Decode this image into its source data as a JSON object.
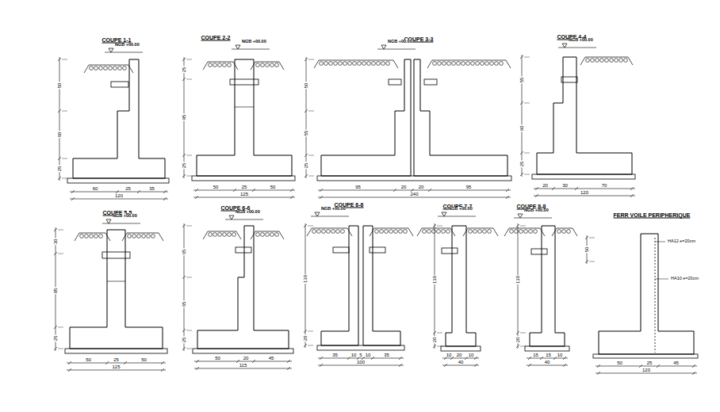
{
  "diagram": {
    "labels": [
      "COUPE 1-1",
      "NGB +00.00",
      "50",
      "60",
      "25",
      "60",
      "25",
      "35",
      "120",
      "COUPE 2-2",
      "NGB +00.00",
      "25",
      "95",
      "25",
      "50",
      "25",
      "50",
      "125",
      "COUPE 3-3",
      "NGB +00.00",
      "50",
      "55",
      "25",
      "95",
      "20",
      "20",
      "95",
      "240",
      "COUPE 4-4",
      "NGB +00.00",
      "55",
      "60",
      "25",
      "20",
      "30",
      "70",
      "120",
      "COUPE 5-5",
      "NGB +00.00",
      "30",
      "95",
      "25",
      "50",
      "25",
      "50",
      "125",
      "COUPE 6-6",
      "NGB +00.00",
      "65",
      "65",
      "25",
      "50",
      "20",
      "45",
      "115",
      "COUPE 6-6",
      "NGB +00.00",
      "130",
      "20",
      "35",
      "10",
      "5",
      "10",
      "35",
      "100",
      "COUPE 7-7",
      "NGB +00.00",
      "130",
      "20",
      "10",
      "20",
      "10",
      "40",
      "COUPE 8-8",
      "NGB +00.00",
      "130",
      "20",
      "15",
      "15",
      "10",
      "40",
      "FERR VOILE PERIPHERIQUE",
      "50",
      "50",
      "25",
      "45",
      "120",
      "HA12 e=20cm",
      "HA10 e=20cm"
    ]
  }
}
